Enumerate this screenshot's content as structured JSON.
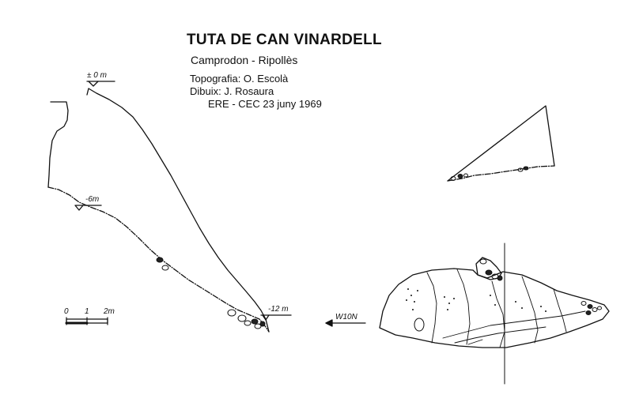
{
  "title": "TUTA DE CAN VINARDELL",
  "location": "Camprodon  - Ripollès",
  "credits": {
    "topography": "Topografia: O. Escolà",
    "drawing": "Dibuix: J. Rosaura",
    "date": "ERE - CEC  23 juny 1969"
  },
  "section": {
    "depth_labels": [
      "± 0 m",
      "-6m",
      "-12 m"
    ]
  },
  "scale_bar": {
    "tick_labels": [
      "0",
      "1",
      "2m"
    ]
  },
  "plan": {
    "orientation_label": "W10N"
  }
}
